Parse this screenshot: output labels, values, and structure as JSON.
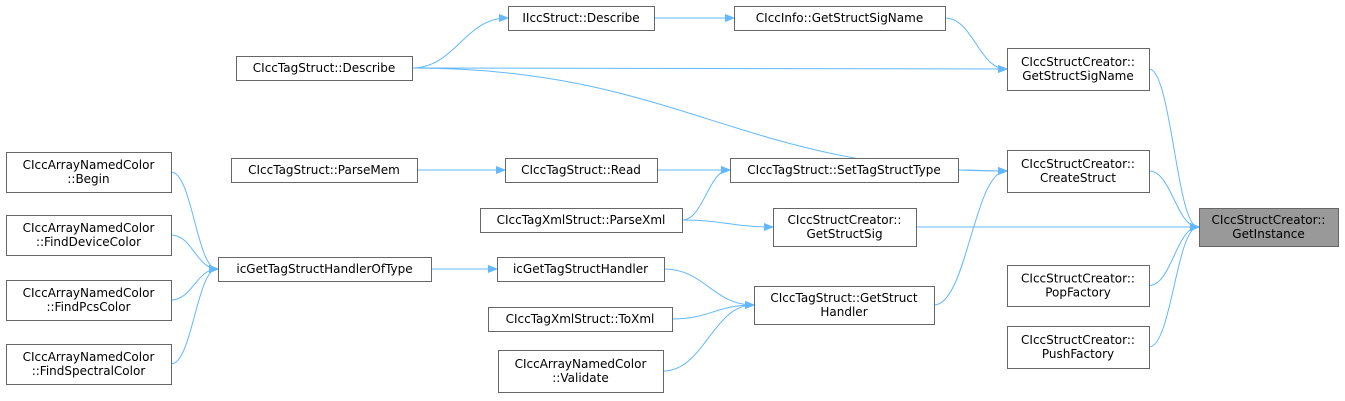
{
  "colors": {
    "edge": "#63b8ff",
    "node_border": "#666666",
    "highlight_fill": "#999999"
  },
  "nodes": {
    "get_instance": [
      "CIccStructCreator::",
      "GetInstance"
    ],
    "get_struct_sig_name_creator": [
      "CIccStructCreator::",
      "GetStructSigName"
    ],
    "create_struct": [
      "CIccStructCreator::",
      "CreateStruct"
    ],
    "get_struct_sig": [
      "CIccStructCreator::",
      "GetStructSig"
    ],
    "pop_factory": [
      "CIccStructCreator::",
      "PopFactory"
    ],
    "push_factory": [
      "CIccStructCreator::",
      "PushFactory"
    ],
    "iicc_struct_describe": [
      "IIccStruct::Describe"
    ],
    "icc_info_get_struct_sig_name": [
      "CIccInfo::GetStructSigName"
    ],
    "tag_struct_describe": [
      "CIccTagStruct::Describe"
    ],
    "tag_struct_parse_mem": [
      "CIccTagStruct::ParseMem"
    ],
    "tag_struct_read": [
      "CIccTagStruct::Read"
    ],
    "tag_struct_set_type": [
      "CIccTagStruct::SetTagStructType"
    ],
    "tag_xml_parse_xml": [
      "CIccTagXmlStruct::ParseXml"
    ],
    "ic_get_handler_of_type": [
      "icGetTagStructHandlerOfType"
    ],
    "ic_get_handler": [
      "icGetTagStructHandler"
    ],
    "tag_struct_get_handler": [
      "CIccTagStruct::GetStruct",
      "Handler"
    ],
    "tag_xml_to_xml": [
      "CIccTagXmlStruct::ToXml"
    ],
    "array_validate": [
      "CIccArrayNamedColor",
      "::Validate"
    ],
    "array_begin": [
      "CIccArrayNamedColor",
      "::Begin"
    ],
    "array_find_device": [
      "CIccArrayNamedColor",
      "::FindDeviceColor"
    ],
    "array_find_pcs": [
      "CIccArrayNamedColor",
      "::FindPcsColor"
    ],
    "array_find_spectral": [
      "CIccArrayNamedColor",
      "::FindSpectralColor"
    ]
  },
  "edges": [
    [
      "get_struct_sig_name_creator",
      "get_instance"
    ],
    [
      "create_struct",
      "get_instance"
    ],
    [
      "get_struct_sig",
      "get_instance"
    ],
    [
      "pop_factory",
      "get_instance"
    ],
    [
      "push_factory",
      "get_instance"
    ],
    [
      "icc_info_get_struct_sig_name",
      "get_struct_sig_name_creator"
    ],
    [
      "tag_struct_describe",
      "get_struct_sig_name_creator"
    ],
    [
      "iicc_struct_describe",
      "icc_info_get_struct_sig_name"
    ],
    [
      "tag_struct_describe",
      "iicc_struct_describe"
    ],
    [
      "tag_struct_describe",
      "create_struct"
    ],
    [
      "tag_struct_set_type",
      "create_struct"
    ],
    [
      "tag_struct_get_handler",
      "create_struct"
    ],
    [
      "tag_struct_read",
      "tag_struct_set_type"
    ],
    [
      "tag_xml_parse_xml",
      "tag_struct_set_type"
    ],
    [
      "tag_struct_parse_mem",
      "tag_struct_read"
    ],
    [
      "tag_xml_parse_xml",
      "get_struct_sig"
    ],
    [
      "ic_get_handler_of_type",
      "ic_get_handler"
    ],
    [
      "ic_get_handler",
      "tag_struct_get_handler"
    ],
    [
      "tag_xml_to_xml",
      "tag_struct_get_handler"
    ],
    [
      "array_validate",
      "tag_struct_get_handler"
    ],
    [
      "array_begin",
      "ic_get_handler_of_type"
    ],
    [
      "array_find_device",
      "ic_get_handler_of_type"
    ],
    [
      "array_find_pcs",
      "ic_get_handler_of_type"
    ],
    [
      "array_find_spectral",
      "ic_get_handler_of_type"
    ]
  ]
}
